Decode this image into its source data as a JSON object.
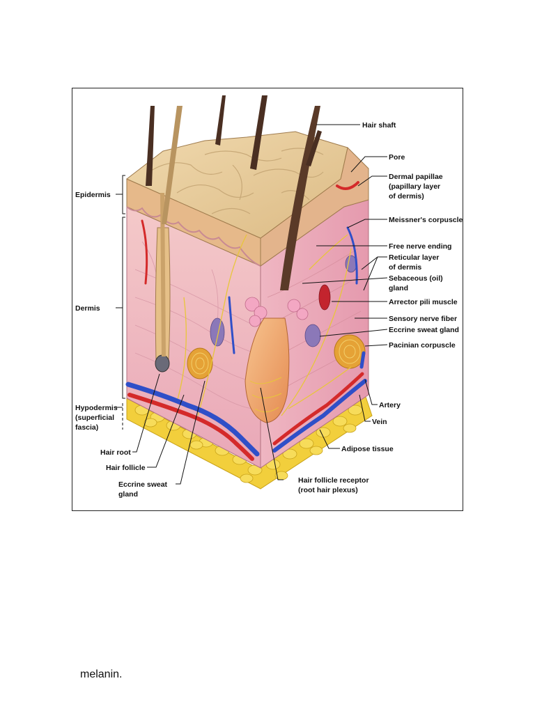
{
  "figure": {
    "left_labels": {
      "epidermis": "Epidermis",
      "dermis": "Dermis",
      "hypodermis": [
        "Hypodermis",
        "(superficial",
        "fascia)"
      ]
    },
    "bottom_labels": {
      "hair_root": "Hair root",
      "hair_follicle": "Hair follicle",
      "eccrine_sweat_gland_bottom": [
        "Eccrine sweat",
        "gland"
      ],
      "hair_follicle_receptor": [
        "Hair follicle receptor",
        "(root hair plexus)"
      ]
    },
    "right_labels": {
      "hair_shaft": "Hair shaft",
      "pore": "Pore",
      "dermal_papillae": [
        "Dermal papillae",
        "(papillary layer",
        " of dermis)"
      ],
      "meissners_corpuscle": "Meissner's corpuscle",
      "free_nerve_ending": "Free nerve ending",
      "reticular_layer": [
        "Reticular layer",
        "of dermis"
      ],
      "sebaceous_gland": [
        "Sebaceous (oil)",
        "gland"
      ],
      "arrector_pili_muscle": "Arrector pili muscle",
      "sensory_nerve_fiber": "Sensory nerve fiber",
      "eccrine_sweat_gland_right": "Eccrine sweat gland",
      "pacinian_corpuscle": "Pacinian corpuscle",
      "artery": "Artery",
      "vein": "Vein",
      "adipose_tissue": "Adipose tissue"
    },
    "colors": {
      "epidermis_surface": "#e8cfa0",
      "dermis": "#f2b9c4",
      "adipose": "#f2cf3c",
      "artery": "#d42a2a",
      "vein": "#2f4fc8",
      "hair": "#4a2f22",
      "nerve": "#e8c63a"
    }
  },
  "caption": "melanin."
}
